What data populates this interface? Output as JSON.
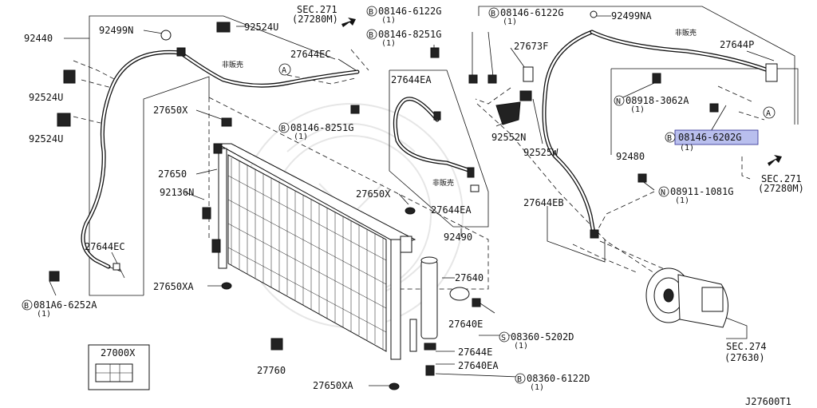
{
  "diagram_id": "J27600T1",
  "sec_refs": [
    {
      "code": "SEC.271",
      "sub": "(27280M)"
    },
    {
      "code": "SEC.271",
      "sub": "(27280M)"
    },
    {
      "code": "SEC.274",
      "sub": "(27630)"
    }
  ],
  "jp_note": "非販売",
  "ref_letter": "A",
  "labels": {
    "p92440": "92440",
    "p92499N": "92499N",
    "p92524U_top": "92524U",
    "p92524U_a": "92524U",
    "p92524U_b": "92524U",
    "p27644EC_top": "27644EC",
    "p27644EC_bot": "27644EC",
    "p27650X_a": "27650X",
    "p27650X_b": "27650X",
    "p27650": "27650",
    "p92136N": "92136N",
    "p27650XA_a": "27650XA",
    "p27650XA_b": "27650XA",
    "p27000X": "27000X",
    "p27760": "27760",
    "p27644EA_a": "27644EA",
    "p27644EA_b": "27644EA",
    "p92490": "92490",
    "p27640": "27640",
    "p27640E": "27640E",
    "p27644E": "27644E",
    "p27640EA": "27640EA",
    "p27673F": "27673F",
    "p92552N": "92552N",
    "p92525W": "92525W",
    "p92499NA": "92499NA",
    "p27644P": "27644P",
    "p92480": "92480",
    "p27644EB": "27644EB"
  },
  "bolts": [
    {
      "prefix": "B",
      "code": "08146-6122G",
      "qty": "(1)"
    },
    {
      "prefix": "B",
      "code": "08146-8251G",
      "qty": "(1)"
    },
    {
      "prefix": "B",
      "code": "08146-6122G",
      "qty": "(1)"
    },
    {
      "prefix": "B",
      "code": "08146-8251G",
      "qty": "(1)"
    },
    {
      "prefix": "B",
      "code": "081A6-6252A",
      "qty": "(1)"
    },
    {
      "prefix": "N",
      "code": "08918-3062A",
      "qty": "(1)"
    },
    {
      "prefix": "B",
      "code": "08146-6202G",
      "qty": "(1)",
      "highlight_color": "#b9bfee"
    },
    {
      "prefix": "N",
      "code": "08911-1081G",
      "qty": "(1)"
    },
    {
      "prefix": "S",
      "code": "08360-5202D",
      "qty": "(1)"
    },
    {
      "prefix": "B",
      "code": "08360-6122D",
      "qty": "(1)"
    }
  ]
}
